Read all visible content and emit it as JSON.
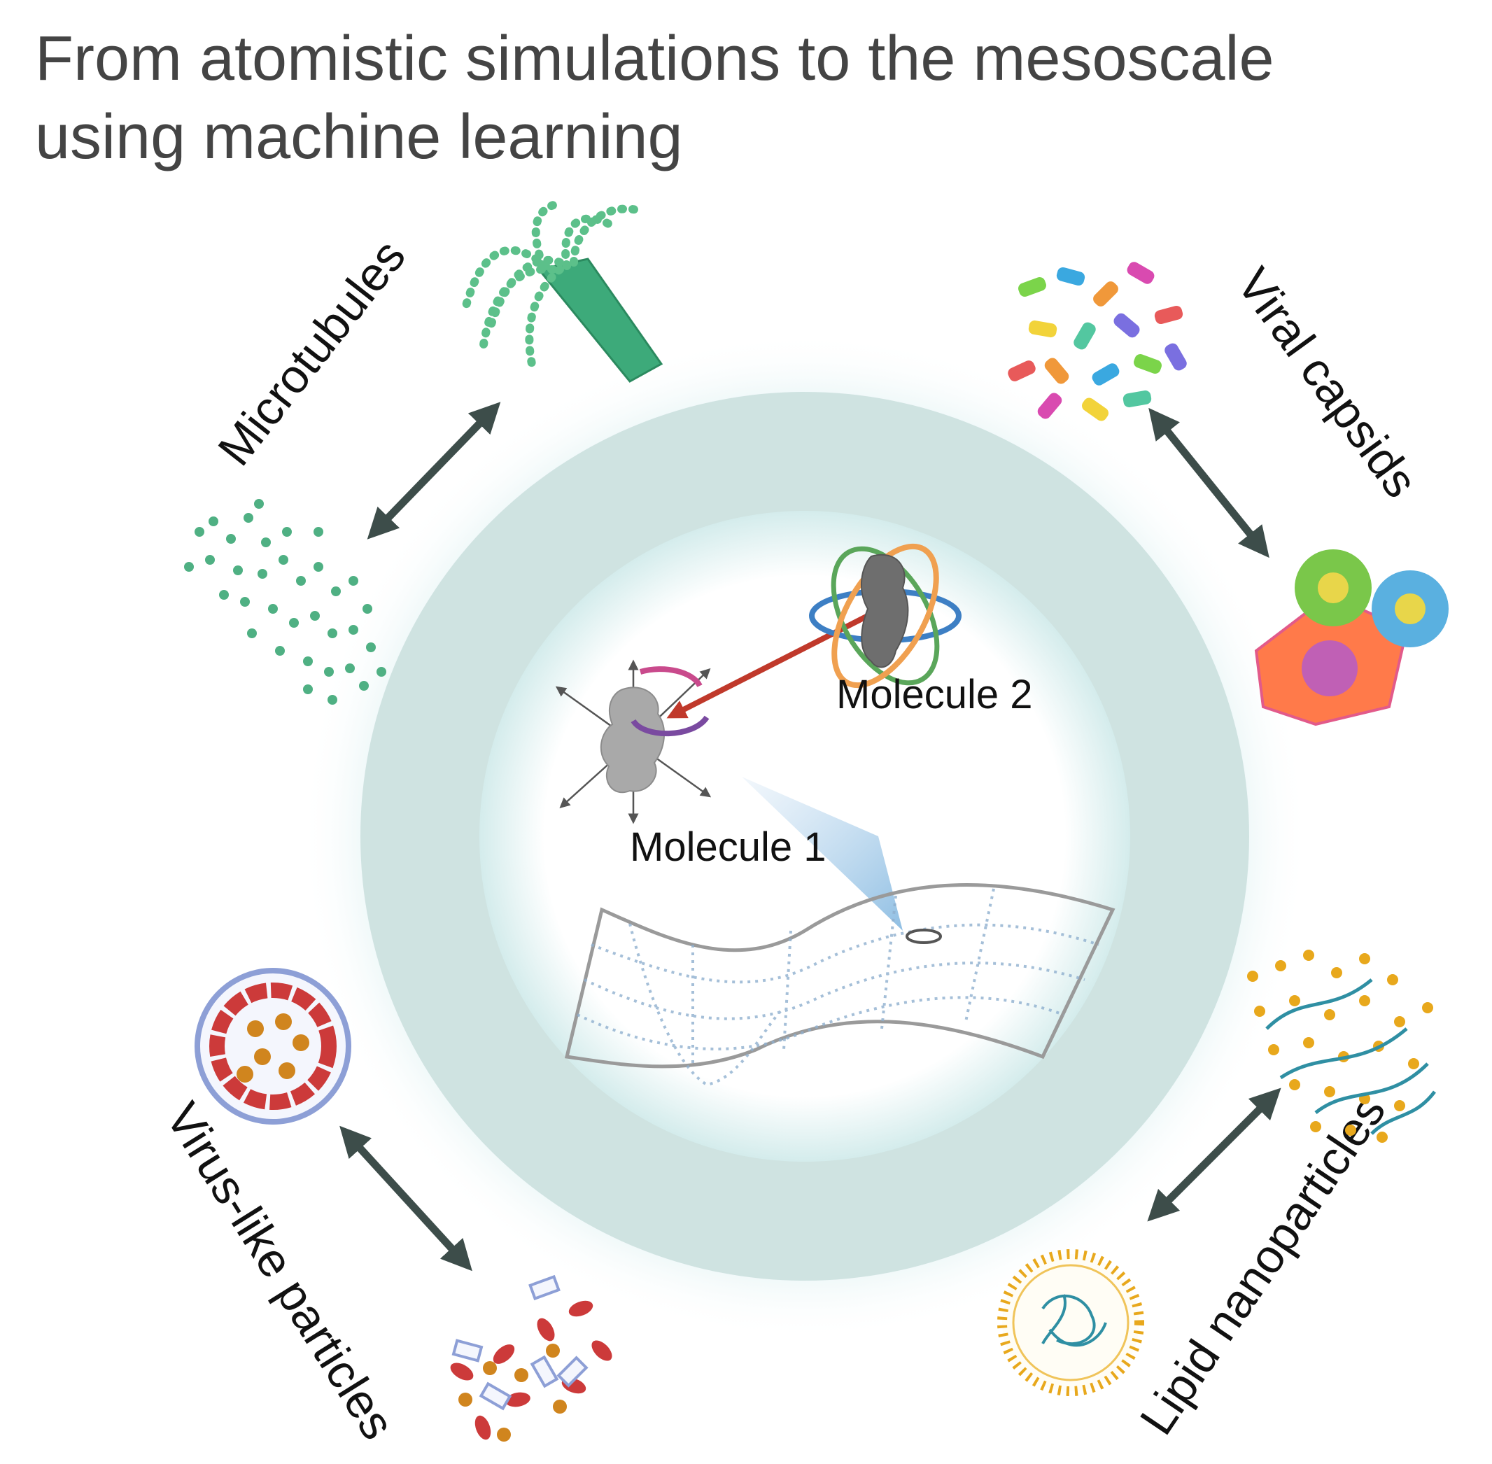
{
  "title": {
    "line1": "From atomistic simulations to the mesoscale",
    "line2": "using machine learning"
  },
  "labels": {
    "microtubules": "Microtubules",
    "viral_capsids": "Viral capsids",
    "virus_like_particles": "Virus-like particles",
    "lipid_nanoparticles": "Lipid nanoparticles",
    "molecule_1": "Molecule 1",
    "molecule_2": "Molecule 2"
  },
  "colors": {
    "title_text": "#444444",
    "ring": "#cfe3e1",
    "glow": "#bfe3e4",
    "arrow_dark": "#3d4d4a",
    "interaction_arrow": "#c0392b",
    "microtubule_green": "#3daa7a",
    "lipid_orange": "#e8a81c",
    "rna_teal": "#2f8fa3",
    "vlp_red": "#cc3a3a",
    "vlp_shell": "#8d9fd6",
    "surface_line": "#9a9a9a"
  }
}
